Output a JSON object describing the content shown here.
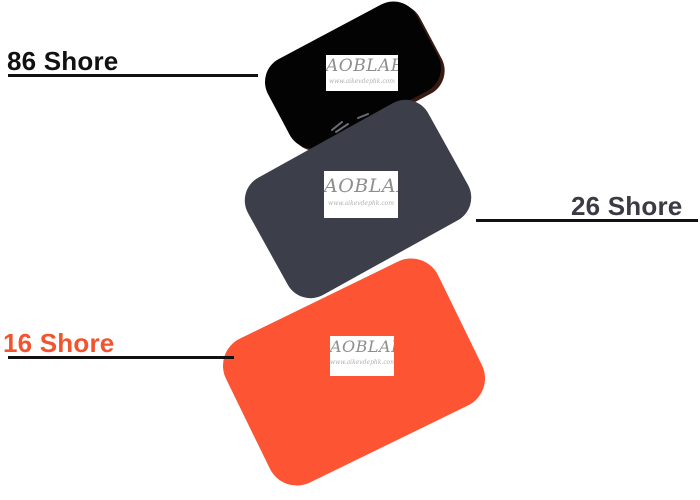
{
  "labels": {
    "black": "86 Shore",
    "gray": "26 Shore",
    "orange": "16 Shore"
  },
  "watermark": {
    "brand": "AOBLAB",
    "site": "www.aikevdephk.com"
  },
  "colors": {
    "black_pad": "#030303",
    "gray_pad": "#3c3e49",
    "orange_pad": "#fd5433",
    "label_dark": "#111111",
    "label_gray": "#3a3b44",
    "label_orange": "#f2542f"
  }
}
